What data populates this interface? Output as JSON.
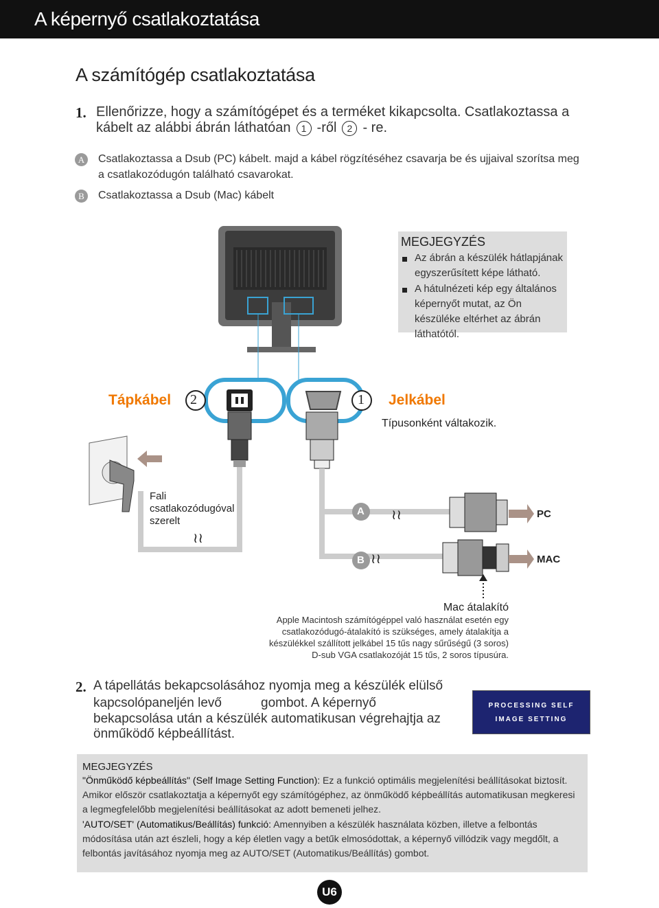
{
  "header": {
    "title": "A képernyő csatlakoztatása"
  },
  "section": {
    "title": "A számítógép csatlakoztatása"
  },
  "step1": {
    "number": "1.",
    "text_line1": "Ellenőrizze, hogy a számítógépet és a terméket kikapcsolta. Csatlakoztassa a",
    "text_line2_a": "kábelt az alábbi ábrán láthatóan",
    "marker1": "1",
    "text_line2_b": "-ről",
    "marker2": "2",
    "text_line2_c": "- re."
  },
  "items": {
    "a_letter": "A",
    "a_line1": "Csatlakoztassa a Dsub (PC) kábelt. majd a kábel rögzítéséhez csavarja be és ujjaival szorítsa meg",
    "a_line2": "a csatlakozódugón található csavarokat.",
    "b_letter": "B",
    "b_line1": "Csatlakoztassa a Dsub (Mac) kábelt"
  },
  "note_top": {
    "title": "MEGJEGYZÉS",
    "bullet1": "Az ábrán a készülék hátlapjának egyszerűsített képe látható.",
    "bullet2": "A hátulnézeti kép egy általános képernyőt mutat, az Ön készüléke eltérhet az ábrán láthatótól."
  },
  "diagram": {
    "power_label": "Tápkábel",
    "power_num": "2",
    "signal_num": "1",
    "signal_label": "Jelkábel",
    "type_varies": "Típusonként váltakozik.",
    "wall_l1": "Fali",
    "wall_l2": "csatlakozódugóval",
    "wall_l3": "szerelt",
    "a_badge": "A",
    "b_badge": "B",
    "pc": "PC",
    "mac": "MAC",
    "mac_adapter_title": "Mac átalakító",
    "mac_l1": "Apple Macintosh számítógéppel való használat esetén egy",
    "mac_l2": "csatlakozódugó-átalakító is szükséges, amely átalakítja a",
    "mac_l3": "készülékkel szállított jelkábel 15 tűs nagy sűrűségű (3 soros)",
    "mac_l4": "D-sub VGA csatlakozóját 15 tűs, 2 soros típusúra."
  },
  "step2": {
    "number": "2.",
    "l1": "A tápellátás bekapcsolásához nyomja meg a készülék elülső",
    "l2a": "kapcsolópaneljén levő",
    "l2b": "gombot. A képernyő",
    "l3": "bekapcsolása után a készülék automatikusan végrehajtja az",
    "l4": "önműködő képbeállítást.",
    "box_l1": "PROCESSING SELF",
    "box_l2": "IMAGE SETTING"
  },
  "note_bottom": {
    "title": "MEGJEGYZÉS",
    "p1_bold": "\"Önműködő képbeállítás\" (Self Image Setting Function):",
    "p1_text": " Ez a funkció optimális megjelenítési beállításokat biztosít. Amikor először csatlakoztatja a képernyőt egy számítógéphez, az önműködő képbeállítás automatikusan megkeresi a legmegfelelőbb megjelenítési beállításokat az adott bemeneti jelhez.",
    "p2_bold": "'AUTO/SET' (Automatikus/Beállítás) funkció:",
    "p2_text": " Amennyiben a készülék használata közben, illetve a felbontás módosítása után azt észleli, hogy a kép életlen vagy a betűk elmosódottak, a képernyő villódzik vagy megdőlt, a felbontás javításához nyomja meg az AUTO/SET (Automatikus/Beállítás) gombot."
  },
  "page_number": "U6",
  "colors": {
    "header_bg": "#111111",
    "accent_orange": "#f07800",
    "note_bg": "#dddddd",
    "proc_box": "#1d2470"
  }
}
